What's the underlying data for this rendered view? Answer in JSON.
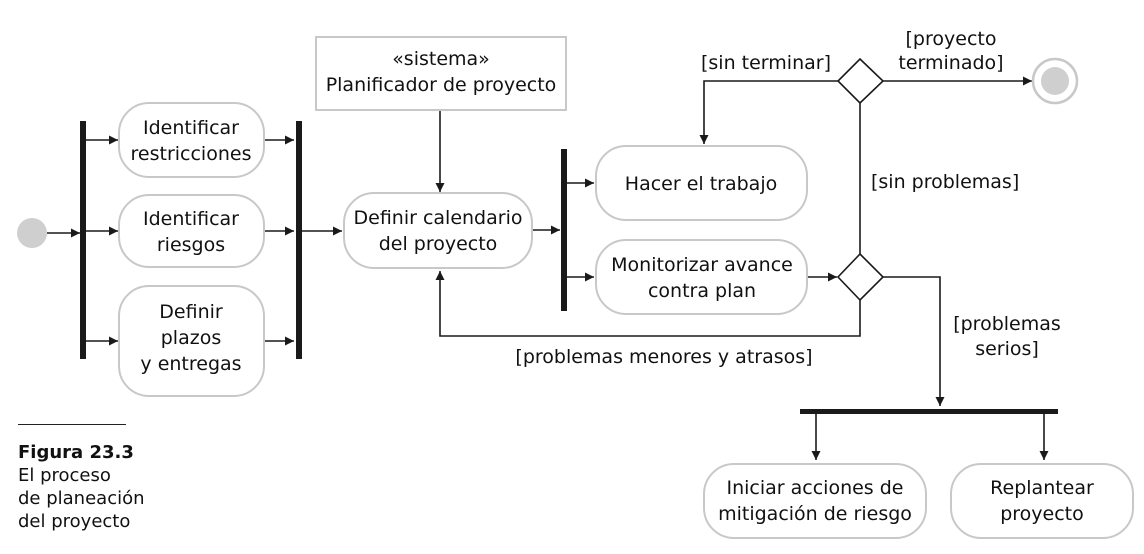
{
  "activities": {
    "identificar_restricciones": [
      "Identificar",
      "restricciones"
    ],
    "identificar_riesgos": [
      "Identificar",
      "riesgos"
    ],
    "definir_plazos": [
      "Definir",
      "plazos",
      "y entregas"
    ],
    "definir_calendario": [
      "Definir calendario",
      "del proyecto"
    ],
    "hacer_trabajo": [
      "Hacer el trabajo"
    ],
    "monitorizar": [
      "Monitorizar avance",
      "contra plan"
    ],
    "iniciar_acciones": [
      "Iniciar acciones de",
      "mitigación de riesgo"
    ],
    "replantear": [
      "Replantear",
      "proyecto"
    ]
  },
  "system_box": [
    "«sistema»",
    "Planificador de proyecto"
  ],
  "guards": {
    "sin_terminar": "[sin terminar]",
    "proyecto_terminado": [
      "[proyecto",
      "terminado]"
    ],
    "sin_problemas": "[sin problemas]",
    "problemas_menores": "[problemas menores y atrasos]",
    "problemas_serios": [
      "[problemas",
      "serios]"
    ]
  },
  "caption": {
    "label": "Figura 23.3",
    "lines": [
      "El proceso",
      "de planeación",
      "del proyecto"
    ]
  },
  "colors": {
    "node_fill": "#ffffff",
    "node_border": "#c8c8c8",
    "line": "#1a1a1a",
    "start_node": "#cfcfcf"
  }
}
